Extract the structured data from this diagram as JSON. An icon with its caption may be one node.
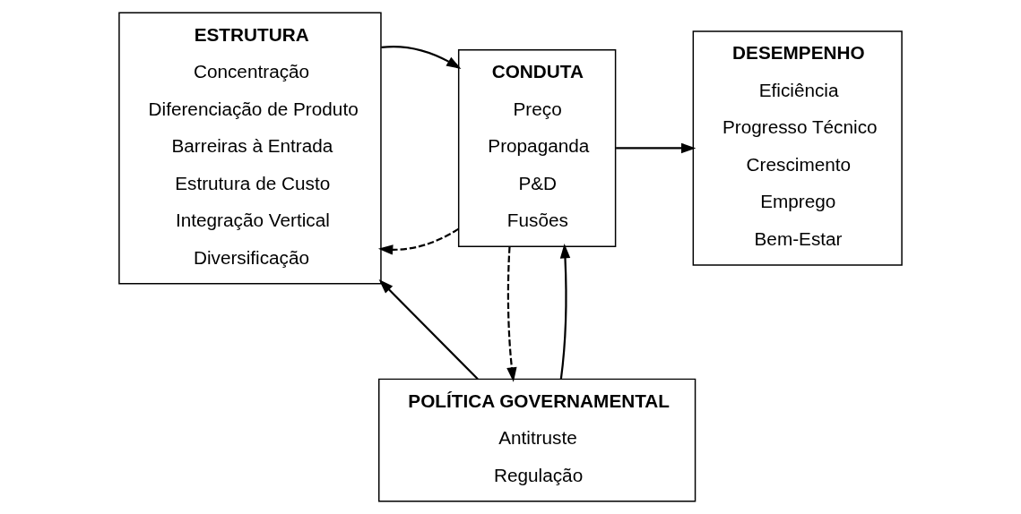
{
  "diagram": {
    "nodes": [
      {
        "text": [
          "ESTRUTURA",
          "Concentração",
          "Diferenciação de Produto",
          "Barreiras à Entrada",
          "Estrutura de Custo",
          "Integração Vertical",
          "Diversificação"
        ]
      },
      {
        "text": [
          "CONDUTA",
          "Preço",
          "Propaganda",
          "P&D",
          "Fusões"
        ]
      },
      {
        "text": [
          "DESEMPENHO",
          "Eficiência",
          "Progresso Técnico",
          "Crescimento",
          "Emprego",
          "Bem-Estar"
        ]
      },
      {
        "text": [
          "POLÍTICA GOVERNAMENTAL",
          "Antitruste",
          "Regulação"
        ]
      }
    ],
    "edges": [
      {
        "from": 1,
        "to": 0,
        "arrow": "to",
        "style": "dashed"
      },
      {
        "from": 0,
        "to": 1,
        "arrow": "to"
      },
      {
        "from": 1,
        "to": 2,
        "arrow": "to"
      },
      {
        "from": 1,
        "to": 3,
        "arrow": "to",
        "style": "dashed"
      },
      {
        "from": 3,
        "to": 1,
        "arrow": "to"
      },
      {
        "from": 3,
        "to": 0,
        "arrow": "to"
      }
    ]
  }
}
